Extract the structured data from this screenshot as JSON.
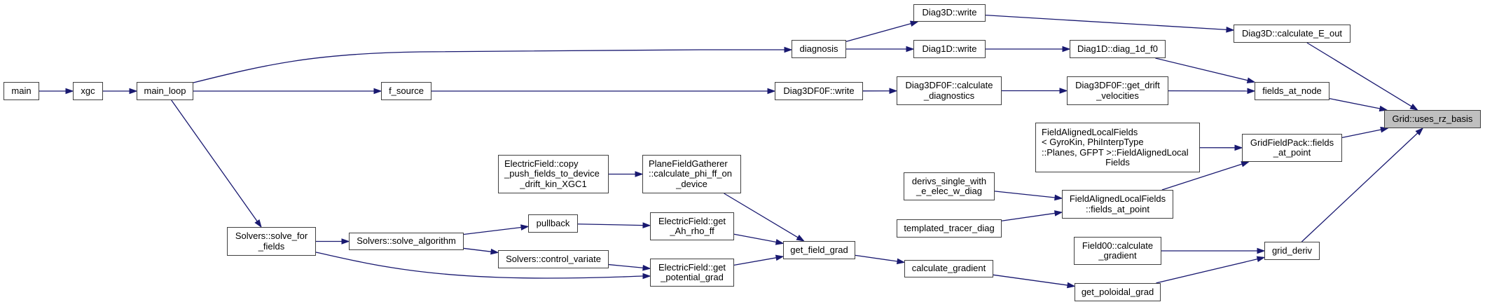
{
  "graph": {
    "edge_color": "#191970",
    "highlight_color": "#bfbfbf",
    "nodes": [
      {
        "id": "main",
        "lines": [
          "main"
        ]
      },
      {
        "id": "xgc",
        "lines": [
          "xgc"
        ]
      },
      {
        "id": "main_loop",
        "lines": [
          "main_loop"
        ]
      },
      {
        "id": "diagnosis",
        "lines": [
          "diagnosis"
        ]
      },
      {
        "id": "f_source",
        "lines": [
          "f_source"
        ]
      },
      {
        "id": "solve_for_fields",
        "lines": [
          "Solvers::solve_for",
          "_fields"
        ]
      },
      {
        "id": "solve_algorithm",
        "lines": [
          "Solvers::solve_algorithm"
        ]
      },
      {
        "id": "copy_push",
        "lines": [
          "ElectricField::copy",
          "_push_fields_to_device",
          "_drift_kin_XGC1"
        ]
      },
      {
        "id": "plane_gatherer",
        "lines": [
          "PlaneFieldGatherer",
          "::calculate_phi_ff_on",
          "_device"
        ]
      },
      {
        "id": "pullback",
        "lines": [
          "pullback"
        ]
      },
      {
        "id": "get_ah_rho_ff",
        "lines": [
          "ElectricField::get",
          "_Ah_rho_ff"
        ]
      },
      {
        "id": "control_variate",
        "lines": [
          "Solvers::control_variate"
        ]
      },
      {
        "id": "get_potential_grad",
        "lines": [
          "ElectricField::get",
          "_potential_grad"
        ]
      },
      {
        "id": "diag3d_write",
        "lines": [
          "Diag3D::write"
        ]
      },
      {
        "id": "diag1d_write",
        "lines": [
          "Diag1D::write"
        ]
      },
      {
        "id": "diag1d_f0",
        "lines": [
          "Diag1D::diag_1d_f0"
        ]
      },
      {
        "id": "diag3df0f_write",
        "lines": [
          "Diag3DF0F::write"
        ]
      },
      {
        "id": "calc_diagnostics",
        "lines": [
          "Diag3DF0F::calculate",
          "_diagnostics"
        ]
      },
      {
        "id": "get_drift",
        "lines": [
          "Diag3DF0F::get_drift",
          "_velocities"
        ]
      },
      {
        "id": "falf_ctor",
        "lines": [
          "FieldAlignedLocalFields",
          "< GyroKin, PhiInterpType",
          "::Planes, GFPT >::FieldAlignedLocal",
          "Fields"
        ]
      },
      {
        "id": "derivs",
        "lines": [
          "derivs_single_with",
          "_e_elec_w_diag"
        ]
      },
      {
        "id": "falf_fap",
        "lines": [
          "FieldAlignedLocalFields",
          "::fields_at_point"
        ]
      },
      {
        "id": "templated",
        "lines": [
          "templated_tracer_diag"
        ]
      },
      {
        "id": "field00",
        "lines": [
          "Field00::calculate",
          "_gradient"
        ]
      },
      {
        "id": "get_field_grad",
        "lines": [
          "get_field_grad"
        ]
      },
      {
        "id": "calculate_gradient",
        "lines": [
          "calculate_gradient"
        ]
      },
      {
        "id": "get_poloidal_grad",
        "lines": [
          "get_poloidal_grad"
        ]
      },
      {
        "id": "calc_e_out",
        "lines": [
          "Diag3D::calculate_E_out"
        ]
      },
      {
        "id": "fields_at_node",
        "lines": [
          "fields_at_node"
        ]
      },
      {
        "id": "gfp_fap",
        "lines": [
          "GridFieldPack::fields",
          "_at_point"
        ]
      },
      {
        "id": "grid_deriv",
        "lines": [
          "grid_deriv"
        ]
      },
      {
        "id": "grid_uses_rz",
        "lines": [
          "Grid::uses_rz_basis"
        ],
        "highlighted": true
      }
    ],
    "edges": [
      [
        "main",
        "xgc"
      ],
      [
        "xgc",
        "main_loop"
      ],
      [
        "main_loop",
        "diagnosis"
      ],
      [
        "main_loop",
        "f_source"
      ],
      [
        "main_loop",
        "solve_for_fields"
      ],
      [
        "diagnosis",
        "diag3d_write"
      ],
      [
        "diagnosis",
        "diag1d_write"
      ],
      [
        "diag3d_write",
        "calc_e_out"
      ],
      [
        "diag1d_write",
        "diag1d_f0"
      ],
      [
        "diag1d_f0",
        "fields_at_node"
      ],
      [
        "f_source",
        "diag3df0f_write"
      ],
      [
        "diag3df0f_write",
        "calc_diagnostics"
      ],
      [
        "calc_diagnostics",
        "get_drift"
      ],
      [
        "get_drift",
        "fields_at_node"
      ],
      [
        "calc_e_out",
        "grid_uses_rz"
      ],
      [
        "fields_at_node",
        "grid_uses_rz"
      ],
      [
        "gfp_fap",
        "grid_uses_rz"
      ],
      [
        "grid_deriv",
        "grid_uses_rz"
      ],
      [
        "falf_ctor",
        "gfp_fap"
      ],
      [
        "falf_fap",
        "gfp_fap"
      ],
      [
        "derivs",
        "falf_fap"
      ],
      [
        "templated",
        "falf_fap"
      ],
      [
        "field00",
        "grid_deriv"
      ],
      [
        "get_poloidal_grad",
        "grid_deriv"
      ],
      [
        "calculate_gradient",
        "get_poloidal_grad"
      ],
      [
        "get_field_grad",
        "calculate_gradient"
      ],
      [
        "plane_gatherer",
        "get_field_grad"
      ],
      [
        "get_ah_rho_ff",
        "get_field_grad"
      ],
      [
        "get_potential_grad",
        "get_field_grad"
      ],
      [
        "copy_push",
        "plane_gatherer"
      ],
      [
        "pullback",
        "get_ah_rho_ff"
      ],
      [
        "solve_algorithm",
        "pullback"
      ],
      [
        "solve_algorithm",
        "control_variate"
      ],
      [
        "control_variate",
        "get_potential_grad"
      ],
      [
        "solve_for_fields",
        "solve_algorithm"
      ],
      [
        "solve_for_fields",
        "get_potential_grad"
      ]
    ]
  }
}
